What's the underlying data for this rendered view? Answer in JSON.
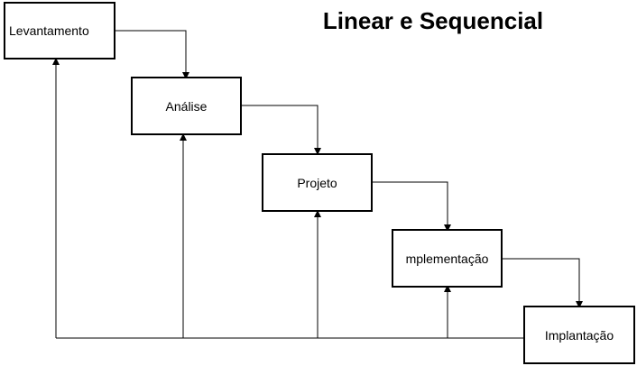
{
  "title": "Linear e Sequencial",
  "stages": [
    {
      "label": "Levantamento"
    },
    {
      "label": "Análise"
    },
    {
      "label": "Projeto"
    },
    {
      "label": "mplementação"
    },
    {
      "label": "Implantação"
    }
  ]
}
